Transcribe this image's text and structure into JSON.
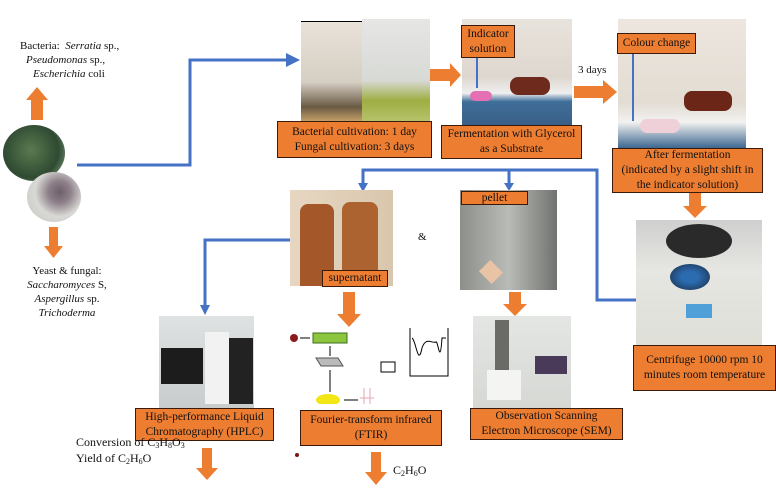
{
  "colors": {
    "box": "#ed7d31",
    "flow_line": "#4472c4",
    "arrow": "#ed7d31"
  },
  "bacteria": {
    "label": "Bacteria:",
    "species": [
      "Serratia",
      "Pseudomonas",
      "Escherichia"
    ],
    "suffixes": [
      " sp.,",
      " sp.,",
      " coli"
    ]
  },
  "fungi": {
    "label": "Yeast & fungal:",
    "species": [
      "Saccharomyces",
      "Aspergillus",
      "Trichoderma"
    ],
    "suffixes": [
      " S,",
      " sp.",
      ""
    ]
  },
  "steps": {
    "cultivation": [
      "Bacterial cultivation: 1 day",
      "Fungal cultivation: 3 days"
    ],
    "indicator": [
      "Indicator",
      "solution"
    ],
    "fermentation": [
      "Fermentation with Glycerol",
      "as a Substrate"
    ],
    "duration": "3 days",
    "colour_change": "Colour change",
    "after": [
      "After fermentation",
      "(indicated by a slight shift in",
      "the indicator solution)"
    ],
    "centrifuge": [
      "Centrifuge 10000 rpm 10",
      "minutes room temperature"
    ],
    "supernatant": "supernatant",
    "pellet": "pellet",
    "and": "&",
    "hplc": [
      "High-performance Liquid",
      "Chromatography (HPLC)"
    ],
    "ftir": [
      "Fourier-transform infrared",
      "(FTIR)"
    ],
    "sem": [
      "Observation Scanning",
      "Electron Microscope (SEM)"
    ]
  },
  "outputs": {
    "hplc": {
      "conversion": "Conversion of C",
      "conv_sub": [
        "3",
        "8",
        "3"
      ],
      "conv_el": [
        "H",
        "O"
      ],
      "yield": "Yield of C",
      "yield_sub": [
        "2",
        "6"
      ],
      "yield_el": [
        "H",
        "O"
      ]
    },
    "ftir": {
      "formula": "C",
      "sub": [
        "2",
        "6"
      ],
      "el": [
        "H",
        "O"
      ]
    }
  }
}
